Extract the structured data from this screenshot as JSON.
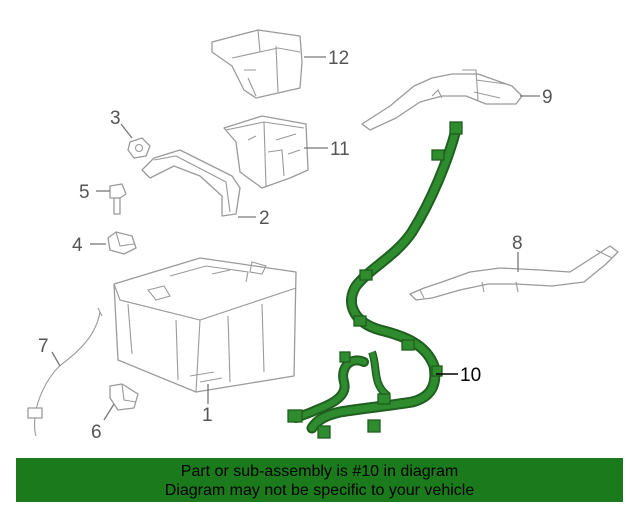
{
  "diagram": {
    "callouts": {
      "c1": "1",
      "c2": "2",
      "c3": "3",
      "c4": "4",
      "c5": "5",
      "c6": "6",
      "c7": "7",
      "c8": "8",
      "c9": "9",
      "c10": "10",
      "c11": "11",
      "c12": "12"
    },
    "highlight_color": "#2e8b2e"
  },
  "banner": {
    "line1": "Part or sub-assembly is #10 in diagram",
    "line2": "Diagram may not be specific to your vehicle",
    "background": "#1b7a1b"
  }
}
